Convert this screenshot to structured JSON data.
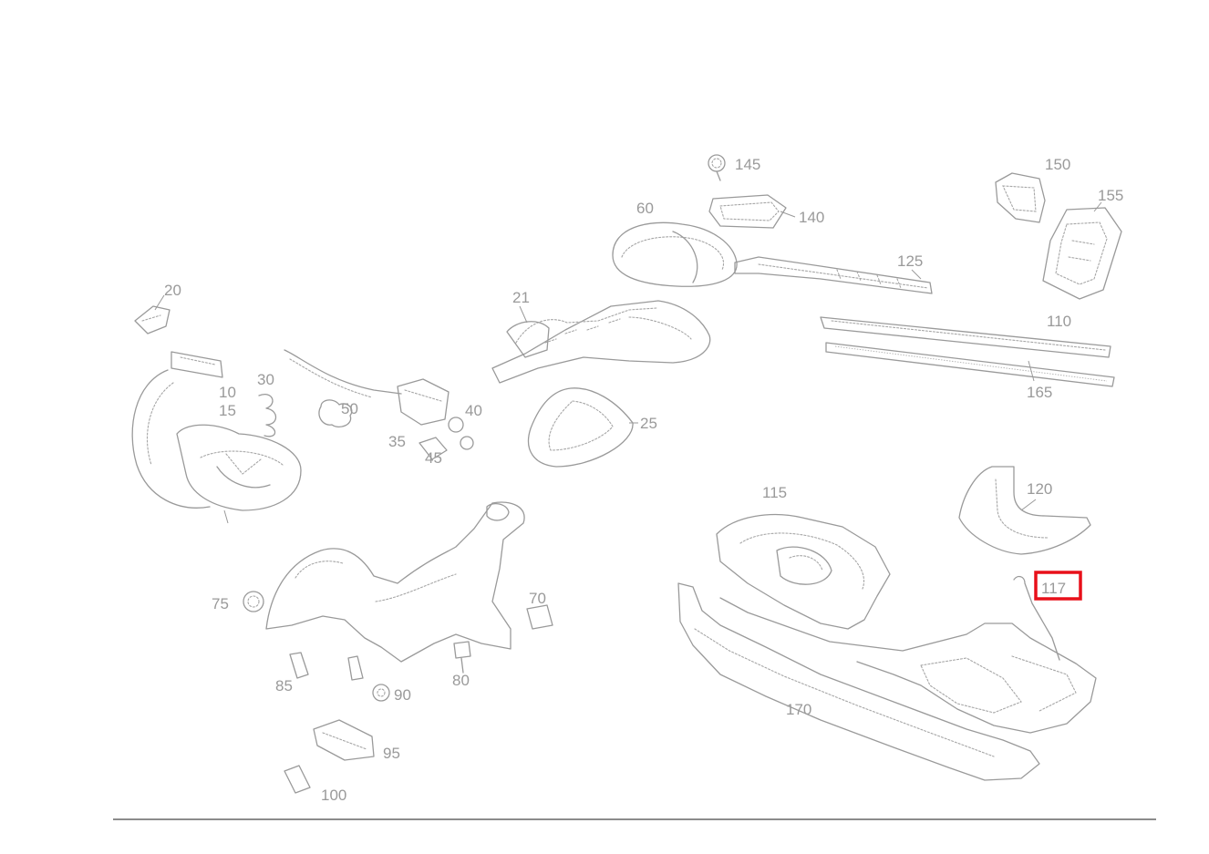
{
  "diagram": {
    "callouts": [
      {
        "id": "c145",
        "label": "145"
      },
      {
        "id": "c140",
        "label": "140"
      },
      {
        "id": "c60",
        "label": "60"
      },
      {
        "id": "c125",
        "label": "125"
      },
      {
        "id": "c150",
        "label": "150"
      },
      {
        "id": "c155",
        "label": "155"
      },
      {
        "id": "c110",
        "label": "110"
      },
      {
        "id": "c165",
        "label": "165"
      },
      {
        "id": "c20",
        "label": "20"
      },
      {
        "id": "c21",
        "label": "21"
      },
      {
        "id": "c10",
        "label": "10"
      },
      {
        "id": "c15",
        "label": "15"
      },
      {
        "id": "c30",
        "label": "30"
      },
      {
        "id": "c50",
        "label": "50"
      },
      {
        "id": "c35",
        "label": "35"
      },
      {
        "id": "c40",
        "label": "40"
      },
      {
        "id": "c45",
        "label": "45"
      },
      {
        "id": "c25",
        "label": "25"
      },
      {
        "id": "c115",
        "label": "115"
      },
      {
        "id": "c120",
        "label": "120"
      },
      {
        "id": "c117",
        "label": "117"
      },
      {
        "id": "c170",
        "label": "170"
      },
      {
        "id": "c75",
        "label": "75"
      },
      {
        "id": "c70",
        "label": "70"
      },
      {
        "id": "c80",
        "label": "80"
      },
      {
        "id": "c85",
        "label": "85"
      },
      {
        "id": "c90",
        "label": "90"
      },
      {
        "id": "c95",
        "label": "95"
      },
      {
        "id": "c100",
        "label": "100"
      }
    ],
    "highlighted_callout": "117",
    "colors": {
      "line_art": "#9a9a9a",
      "highlight": "#e8101a",
      "footer_rule": "#1a1a1a",
      "background": "#ffffff"
    }
  }
}
